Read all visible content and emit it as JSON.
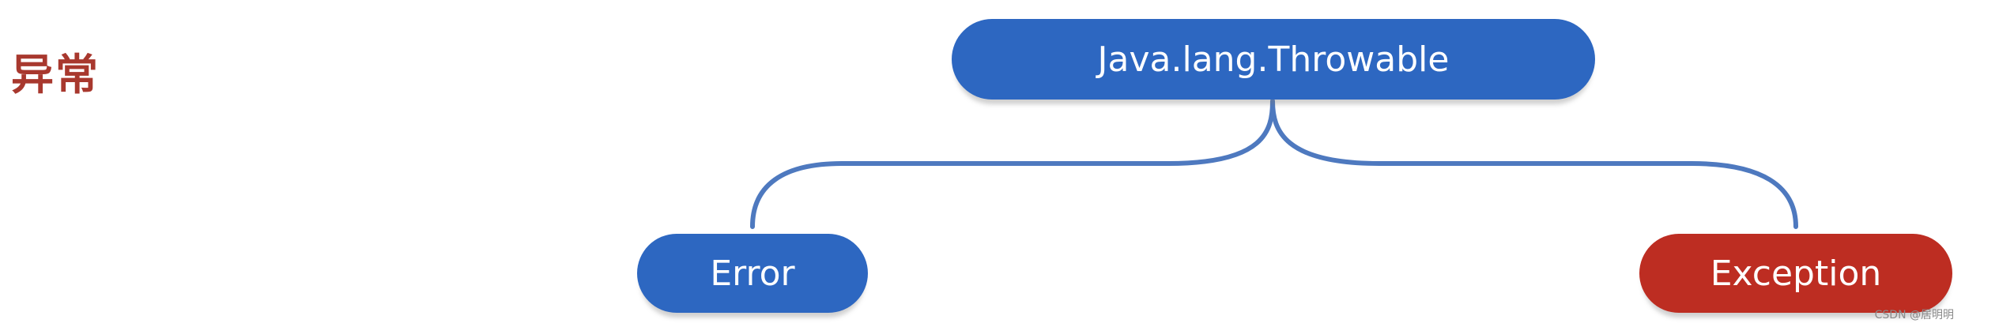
{
  "title": "异常",
  "diagram": {
    "root": {
      "label": "Java.lang.Throwable",
      "color": "#2d67c1"
    },
    "children": [
      {
        "id": "error",
        "label": "Error",
        "color": "#2d67c1"
      },
      {
        "id": "exception",
        "label": "Exception",
        "color": "#bd2d22"
      }
    ],
    "connector_color": "#4e79bf"
  },
  "watermark": "CSDN @居明明"
}
